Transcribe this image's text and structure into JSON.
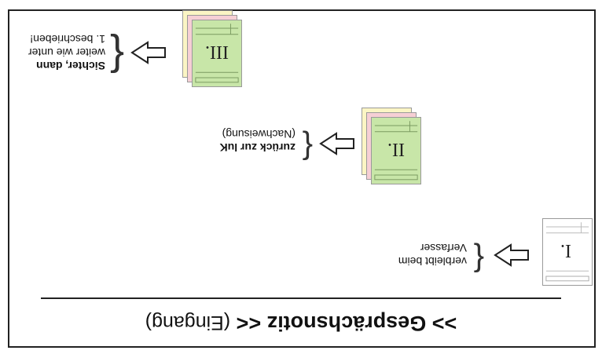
{
  "title": {
    "bold": ">> Gesprächsnotiz <<",
    "sub": "(Eingang)"
  },
  "copies": [
    {
      "roman": "I.",
      "colors": [
        "#f2f2f2"
      ],
      "label_lines": [
        "verbleibt beim",
        "Verfasser"
      ],
      "bold_line": null
    },
    {
      "roman": "II.",
      "colors": [
        "#fbf5c4",
        "#f6cfd5",
        "#c8e6a8"
      ],
      "label_lines": [
        "zurück zur luK",
        "(Nachweisung)"
      ],
      "bold_line": 0
    },
    {
      "roman": "III.",
      "colors": [
        "#fbf5c4",
        "#f6cfd5",
        "#c8e6a8"
      ],
      "label_lines": [
        "Sichter, dann",
        "weiter wie unter",
        "1. beschrieben!"
      ],
      "bold_line": null
    }
  ],
  "colors": {
    "frame": "#222222",
    "text": "#111111",
    "yellow": "#fbf5c4",
    "pink": "#f6cfd5",
    "green": "#c8e6a8",
    "white_sheet": "#f2f2f2"
  }
}
